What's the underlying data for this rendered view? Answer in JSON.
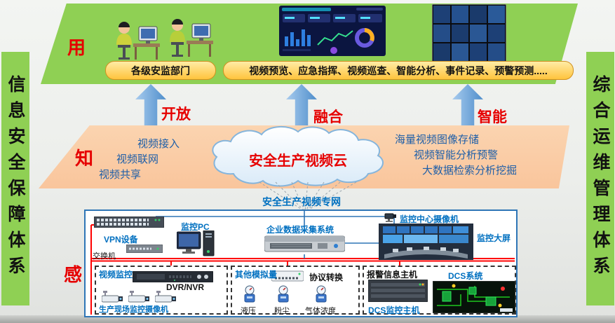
{
  "banners": {
    "left": "信息安全保障体系",
    "right": "综合运维管理体系"
  },
  "use_layer": {
    "tag": "用",
    "dept_box": "各级安监部门",
    "functions_box": "视频预览、应急指挥、视频巡查、智能分析、事件记录、预警预测....."
  },
  "arrows": {
    "open": "开放",
    "fusion": "融合",
    "intelligent": "智能"
  },
  "know_layer": {
    "tag": "知",
    "cloud_title": "安全生产视频云",
    "left_items": [
      "视频接入",
      "视频联网",
      "视频共享"
    ],
    "right_items": [
      "海量视频图像存储",
      "视频智能分析预警",
      "大数据检索分析挖掘"
    ]
  },
  "network_label": "安全生产视频专网",
  "sense_layer": {
    "tag": "感",
    "switch": "交换机",
    "vpn": "VPN设备",
    "monitor_pc": "监控PC",
    "data_collector": "企业数据采集系统",
    "center_camera": "监控中心摄像机",
    "big_screen": "监控大屏",
    "video_group": {
      "title": "视频监控",
      "dvr": "DVR/NVR",
      "site_cameras": "生产现场监控摄像机"
    },
    "analog_group": {
      "title": "其他模拟量",
      "converter": "协议转换",
      "sensors": [
        "液压",
        "粉尘",
        "气体浓度"
      ]
    },
    "dcs_group": {
      "title": "报警信息主机",
      "dcs_system": "DCS系统",
      "dcs_host": "DCS监控主机"
    }
  },
  "colors": {
    "layer_green": "#8fd054",
    "layer_orange": "#f9c59c",
    "accent_red": "#e60000",
    "label_blue": "#0070c0",
    "deep_blue": "#1f5fa8",
    "arrow_blue": "#4e8ecb",
    "box_border_blue": "#2e75b6",
    "bus_red": "#ff0000"
  }
}
